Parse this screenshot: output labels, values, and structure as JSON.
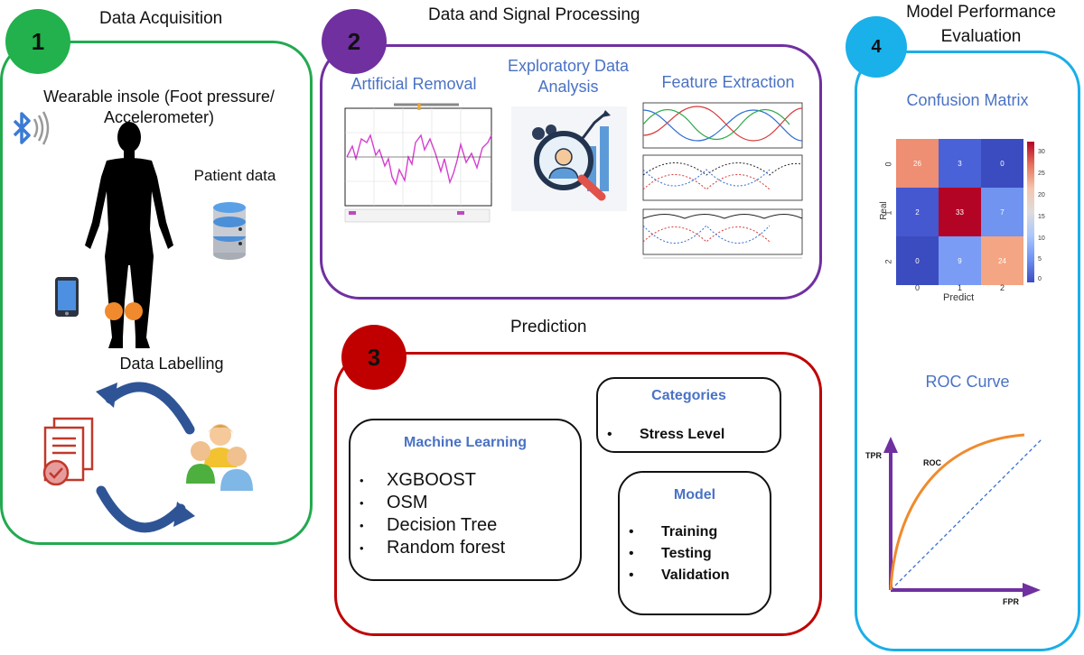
{
  "sections": {
    "acquisition": {
      "number": "1",
      "title": "Data Acquisition",
      "insole_label": "Wearable insole (Foot pressure/ Accelerometer)",
      "patient_label": "Patient data",
      "labelling_label": "Data Labelling",
      "color": "#22aa4f"
    },
    "processing": {
      "number": "2",
      "title": "Data and Signal Processing",
      "artificial_removal": "Artificial Removal",
      "eda": "Exploratory Data Analysis",
      "feature_extraction": "Feature Extraction",
      "color": "#7030a0"
    },
    "prediction": {
      "number": "3",
      "title": "Prediction",
      "color": "#c00000",
      "machine_learning": {
        "title": "Machine Learning",
        "items": [
          "XGBOOST",
          "OSM",
          "Decision Tree",
          "Random forest"
        ]
      },
      "categories": {
        "title": "Categories",
        "items": [
          "Stress Level"
        ]
      },
      "model": {
        "title": "Model",
        "items": [
          "Training",
          "Testing",
          "Validation"
        ]
      }
    },
    "evaluation": {
      "number": "4",
      "title": "Model Performance Evaluation",
      "color": "#1aaee8",
      "confusion_matrix": {
        "title": "Confusion Matrix",
        "matrix": [
          [
            26,
            3,
            0
          ],
          [
            2,
            33,
            7
          ],
          [
            0,
            9,
            24
          ]
        ],
        "xlabel": "Predict",
        "ylabel": "Real",
        "ticks": [
          "0",
          "1",
          "2"
        ],
        "colorbar_ticks": [
          "30",
          "25",
          "20",
          "15",
          "10",
          "5",
          "0"
        ]
      },
      "roc": {
        "title": "ROC Curve",
        "curve_label": "ROC",
        "y_axis": "TPR",
        "x_axis": "FPR"
      }
    }
  }
}
